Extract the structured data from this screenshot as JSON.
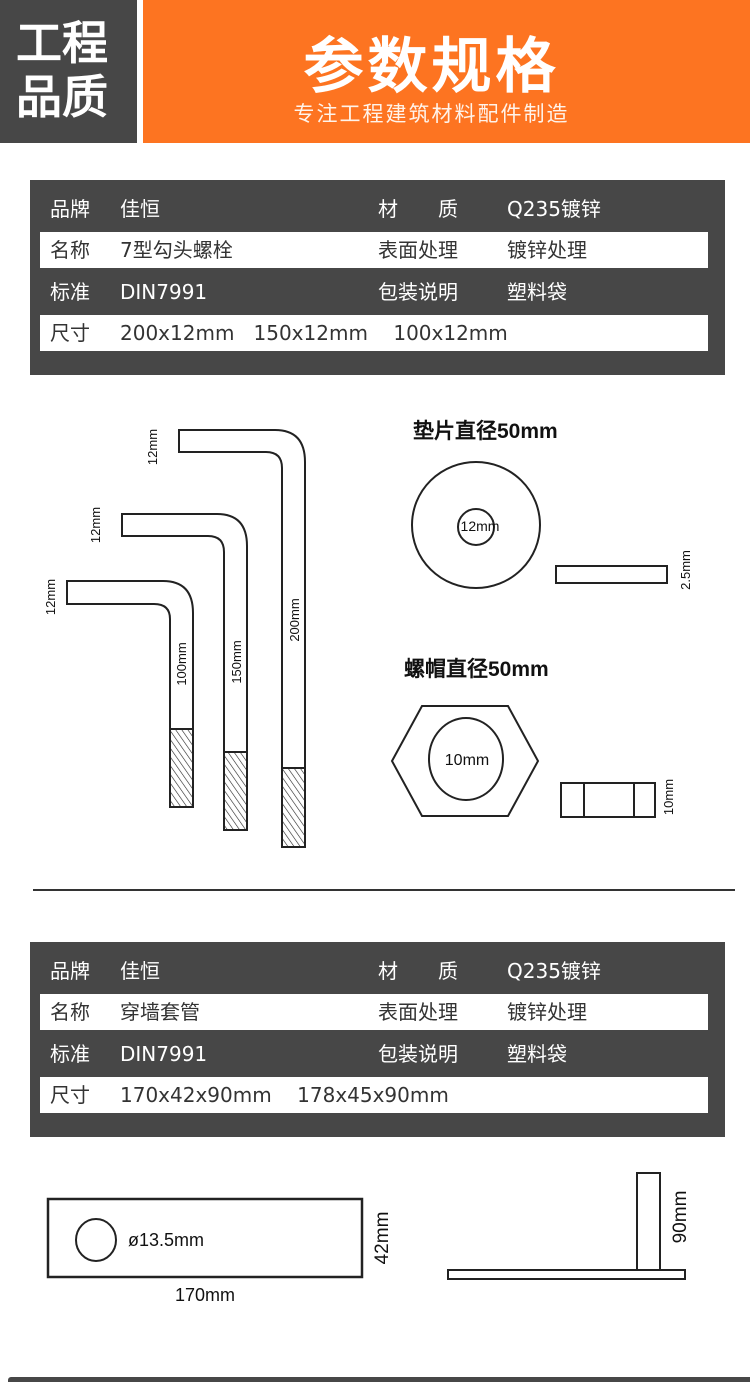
{
  "header": {
    "badge_line1": "工程",
    "badge_line2": "品质",
    "title": "参数规格",
    "subtitle": "专注工程建筑材料配件制造"
  },
  "table1": {
    "rows": [
      {
        "k1": "品牌",
        "v1": "佳恒",
        "k2": "材　　质",
        "v2": "Q235镀锌"
      },
      {
        "k1": "名称",
        "v1": "7型勾头螺栓",
        "k2": "表面处理",
        "v2": "镀锌处理"
      },
      {
        "k1": "标准",
        "v1": "DIN7991",
        "k2": "包装说明",
        "v2": "塑料袋"
      },
      {
        "k1": "尺寸",
        "v1": "200x12mm   150x12mm    100x12mm"
      }
    ]
  },
  "drawing1": {
    "bolts": [
      {
        "hook": "12mm",
        "length": "200mm"
      },
      {
        "hook": "12mm",
        "length": "150mm"
      },
      {
        "hook": "12mm",
        "length": "100mm"
      }
    ],
    "washer": {
      "title": "垫片直径50mm",
      "hole": "12mm",
      "thickness": "2.5mm"
    },
    "nut": {
      "title": "螺帽直径50mm",
      "hole": "10mm",
      "thickness": "10mm"
    }
  },
  "table2": {
    "rows": [
      {
        "k1": "品牌",
        "v1": "佳恒",
        "k2": "材　　质",
        "v2": "Q235镀锌"
      },
      {
        "k1": "名称",
        "v1": "穿墙套管",
        "k2": "表面处理",
        "v2": "镀锌处理"
      },
      {
        "k1": "标准",
        "v1": "DIN7991",
        "k2": "包装说明",
        "v2": "塑料袋"
      },
      {
        "k1": "尺寸",
        "v1": "170x42x90mm    178x45x90mm"
      }
    ]
  },
  "drawing2": {
    "hole": "ø13.5mm",
    "height": "42mm",
    "width": "170mm",
    "vertical": "90mm"
  },
  "colors": {
    "orange": "#fd7421",
    "dark": "#474747"
  }
}
